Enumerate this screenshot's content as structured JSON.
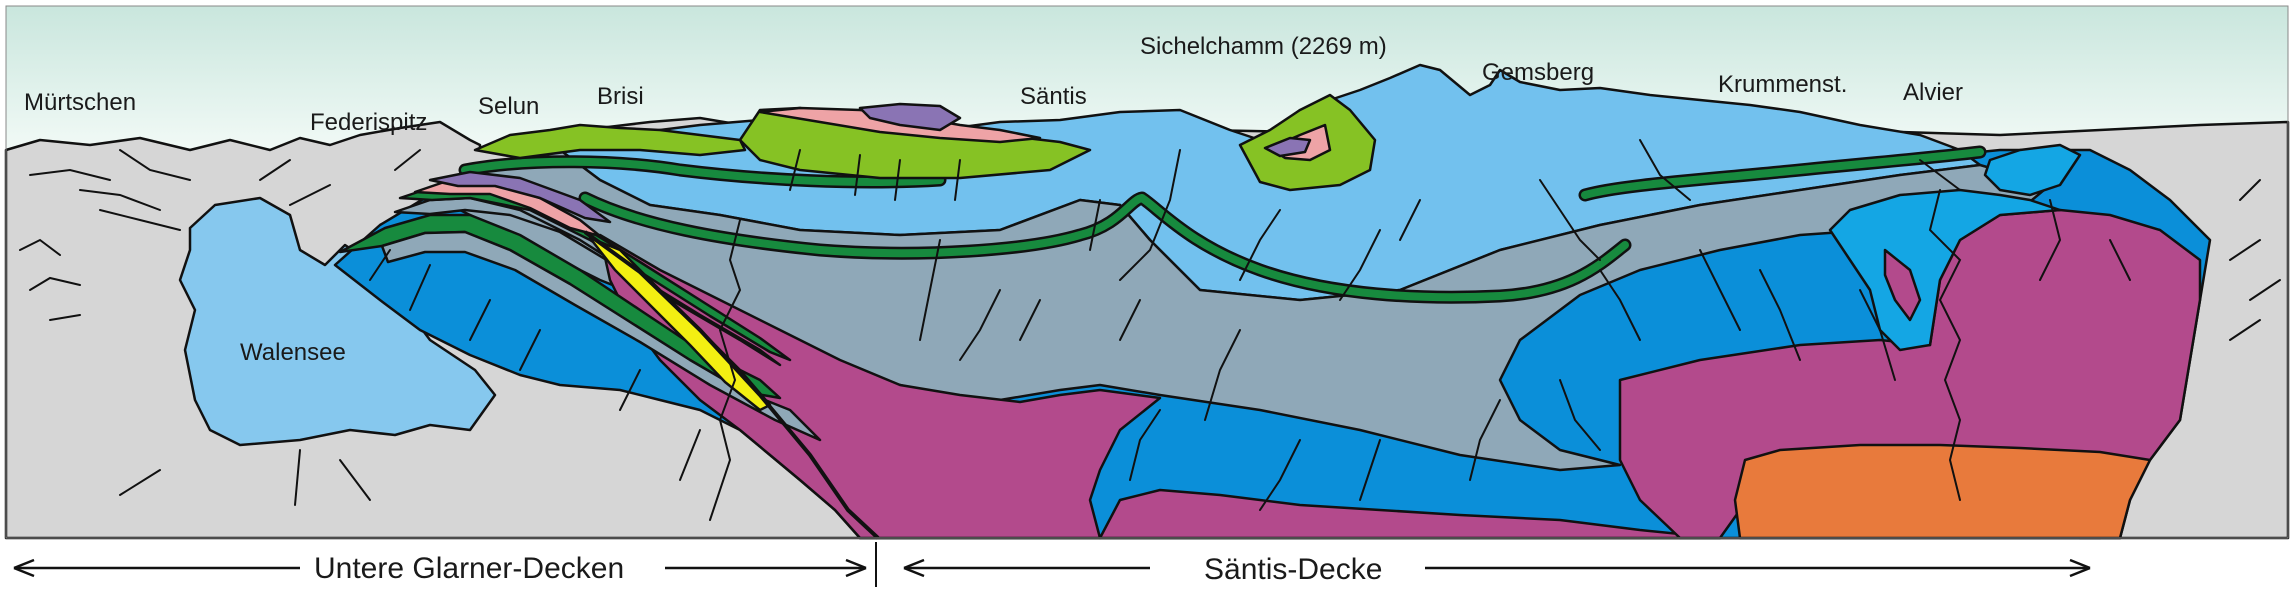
{
  "peaks": {
    "muertschen": "Mürtschen",
    "federispitz": "Federispitz",
    "selun": "Selun",
    "brisi": "Brisi",
    "saentis": "Säntis",
    "sichelchamm": "Sichelchamm (2269 m)",
    "gemsberg": "Gemsberg",
    "krummenst": "Krummenst.",
    "alvier": "Alvier"
  },
  "lake": "Walensee",
  "units": {
    "left": "Untere Glarner-Decken",
    "right": "Säntis-Decke"
  },
  "colors": {
    "sky_top": "#c9e6dd",
    "sky_bottom": "#f4fbf8",
    "terrain_grey": "#d6d6d6",
    "light_blue": "#72c1ee",
    "medium_blue": "#0b8fd9",
    "blue_grey": "#8fa8b8",
    "dark_green": "#178a3e",
    "lime_green": "#86c224",
    "magenta": "#b34a8c",
    "orange": "#e87a3c",
    "pink": "#eea3a6",
    "purple": "#8a74b4",
    "yellow": "#f3ef12",
    "cyan": "#14a6e4",
    "lake_blue": "#86c8ee"
  }
}
